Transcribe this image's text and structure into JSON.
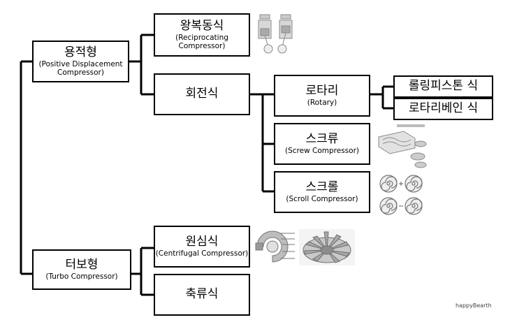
{
  "nodes": {
    "positive": {
      "title": "용적형",
      "sub1": "(Positive Displacement",
      "sub2": "Compressor)"
    },
    "turbo": {
      "title": "터보형",
      "sub1": "(Turbo Compressor)"
    },
    "reciprocating": {
      "title": "왕복동식",
      "sub1": "(Reciprocating",
      "sub2": "Compressor)"
    },
    "rotary_type": {
      "title": "회전식"
    },
    "rotary": {
      "title": "로타리",
      "sub1": "(Rotary)"
    },
    "screw": {
      "title": "스크류",
      "sub1": "(Screw Compressor)"
    },
    "scroll": {
      "title": "스크롤",
      "sub1": "(Scroll Compressor)"
    },
    "rolling_piston": {
      "title": "롤링피스톤 식"
    },
    "rotary_vane": {
      "title": "로타리베인 식"
    },
    "centrifugal": {
      "title": "원심식",
      "sub1": "(Centrifugal Compressor)"
    },
    "axial": {
      "title": "축류식"
    }
  },
  "watermark": "happyBearth",
  "colors": {
    "line": "#000000",
    "box_border": "#000000",
    "illustration": "#8a8a8a"
  }
}
